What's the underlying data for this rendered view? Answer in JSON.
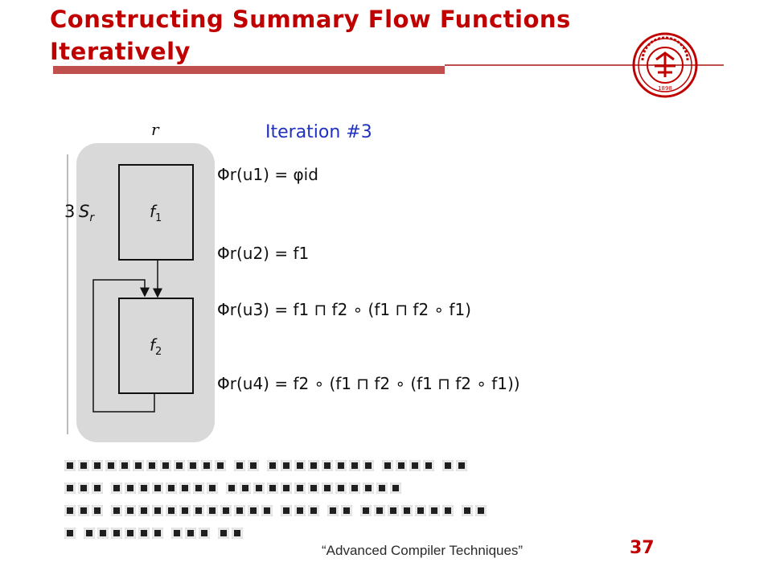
{
  "slide": {
    "title": "Constructing Summary Flow Functions Iteratively",
    "footer": "“Advanced Compiler Techniques”",
    "page_number": "37",
    "accent_color": "#c00000",
    "bar_color": "#c0504d"
  },
  "seal": {
    "icon": "peking-university-seal-icon",
    "text": "PEKING UNIVERSITY",
    "year": "1898"
  },
  "diagram": {
    "region_label": "r",
    "iteration_label": "Iteration #3",
    "subgraph_label": "S",
    "subgraph_sub": "r",
    "nodes": [
      {
        "name": "f",
        "sub": "1"
      },
      {
        "name": "f",
        "sub": "2"
      }
    ]
  },
  "equations": [
    "Φr(u1) = φid",
    "Φr(u2) = f1",
    "Φr(u3) = f1 ⊓ f2 ∘ (f1 ⊓ f2 ∘ f1)",
    "Φr(u4) = f2 ∘ (f1 ⊓ f2 ∘ (f1 ⊓ f2 ∘ f1))"
  ]
}
